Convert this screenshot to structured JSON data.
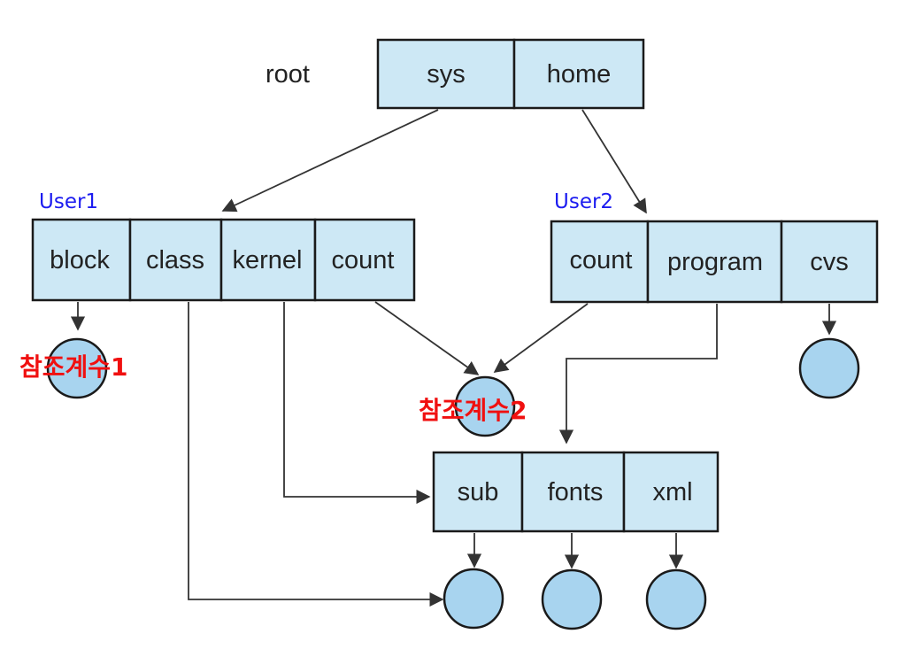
{
  "root_label": "root",
  "root_dir": [
    "sys",
    "home"
  ],
  "user1": {
    "label": "User1",
    "entries": [
      "block",
      "class",
      "kernel",
      "count"
    ]
  },
  "user2": {
    "label": "User2",
    "entries": [
      "count",
      "program",
      "cvs"
    ]
  },
  "subdir": {
    "entries": [
      "sub",
      "fonts",
      "xml"
    ]
  },
  "ref_count_1": "참조계수1",
  "ref_count_2": "참조계수2",
  "colors": {
    "cell_fill": "#cde8f5",
    "node_fill": "#a8d4ef",
    "user_label": "#1c1cf0",
    "ref_label": "#f01010"
  }
}
